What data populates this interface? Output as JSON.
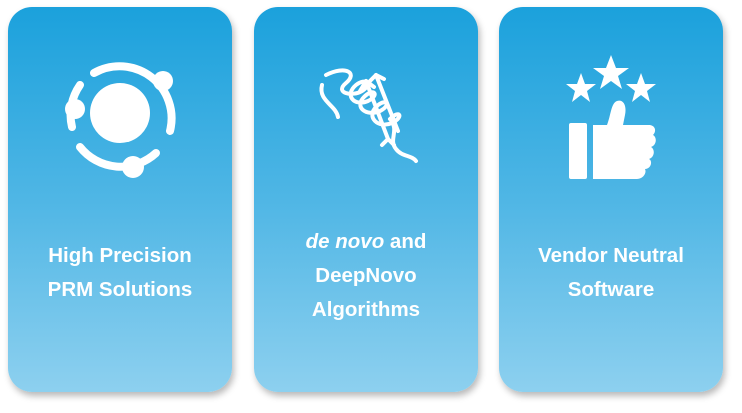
{
  "cards": [
    {
      "icon": "orbit-icon",
      "lines": [
        "High Precision",
        "PRM Solutions"
      ]
    },
    {
      "icon": "protein-structure-icon",
      "line1_italic": "de novo",
      "line1_rest": " and",
      "lines": [
        "DeepNovo",
        "Algorithms"
      ]
    },
    {
      "icon": "thumbs-up-stars-icon",
      "lines": [
        "Vendor Neutral",
        "Software"
      ]
    }
  ],
  "colors": {
    "card_top": "#1ba1dc",
    "card_bottom": "#8dd0ef",
    "text": "#ffffff"
  }
}
